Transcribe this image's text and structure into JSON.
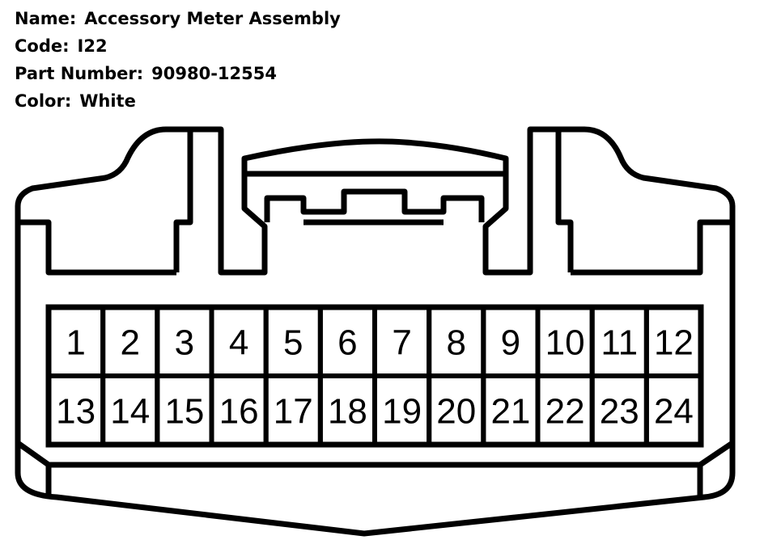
{
  "connector": {
    "name_label": "Name:",
    "name_value": "Accessory Meter Assembly",
    "code_label": "Code:",
    "code_value": "I22",
    "part_label": "Part Number:",
    "part_value": "90980-12554",
    "color_label": "Color:",
    "color_value": "White"
  },
  "pins": {
    "row1": [
      "1",
      "2",
      "3",
      "4",
      "5",
      "6",
      "7",
      "8",
      "9",
      "10",
      "11",
      "12"
    ],
    "row2": [
      "13",
      "14",
      "15",
      "16",
      "17",
      "18",
      "19",
      "20",
      "21",
      "22",
      "23",
      "24"
    ]
  }
}
